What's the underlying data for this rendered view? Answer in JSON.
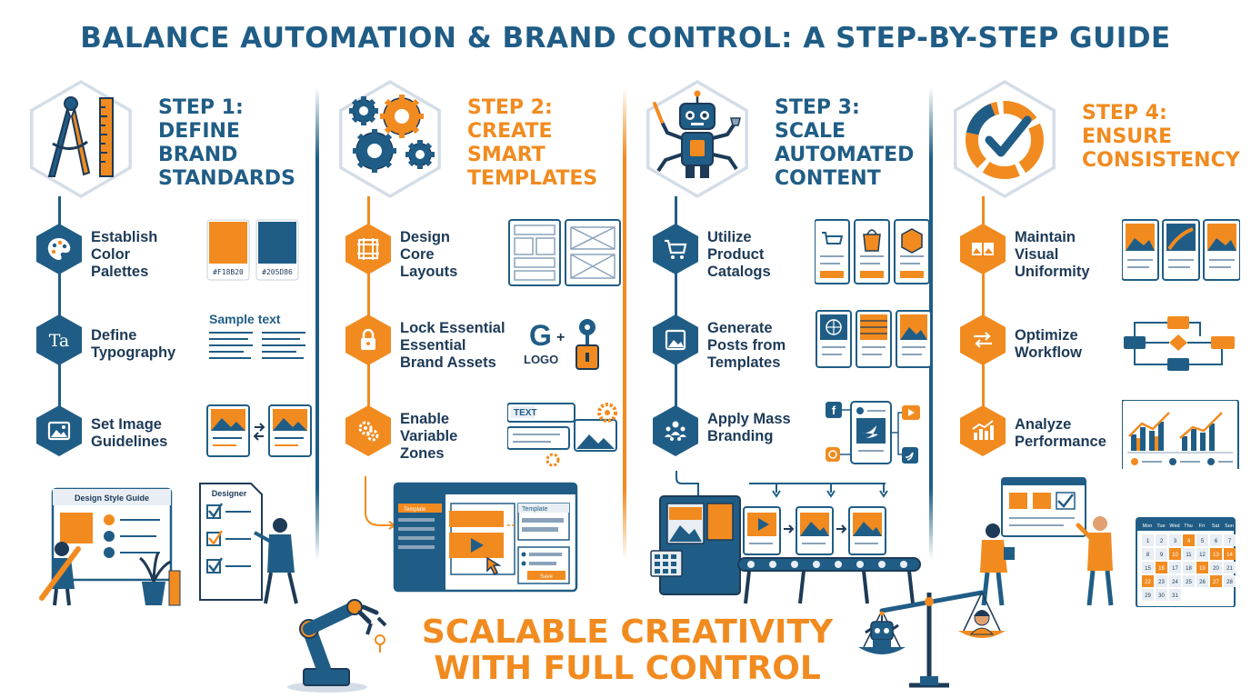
{
  "title": "BALANCE AUTOMATION & BRAND CONTROL: A STEP-BY-STEP GUIDE",
  "colors": {
    "brand_blue": "#205d86",
    "brand_orange": "#f18b20",
    "light_gray": "#d4dde7"
  },
  "steps": [
    {
      "title_lines": [
        "STEP 1:",
        "DEFINE",
        "BRAND",
        "STANDARDS"
      ],
      "hero_icon": "compass-ruler-icon",
      "items": [
        {
          "lines": [
            "Establish",
            "Color",
            "Palettes"
          ],
          "icon": "palette-icon",
          "swatches": [
            "#F18B20",
            "#205D86"
          ]
        },
        {
          "lines": [
            "Define",
            "Typography"
          ],
          "icon": "typography-icon",
          "sample_text": "Sample text"
        },
        {
          "lines": [
            "Set Image",
            "Guidelines"
          ],
          "icon": "image-icon"
        }
      ],
      "scene": {
        "guide_label": "Design Style Guide",
        "designer_label": "Designer"
      }
    },
    {
      "title_lines": [
        "STEP 2:",
        "CREATE",
        "SMART",
        "TEMPLATES"
      ],
      "hero_icon": "gears-icon",
      "items": [
        {
          "lines": [
            "Design",
            "Core",
            "Layouts"
          ],
          "icon": "layout-frame-icon"
        },
        {
          "lines": [
            "Lock Essential",
            "Essential",
            "Brand Assets"
          ],
          "icon": "lock-icon",
          "logo_letter": "G",
          "logo_text": "LOGO"
        },
        {
          "lines": [
            "Enable",
            "Variable",
            "Zones"
          ],
          "icon": "gear-cog-icon",
          "text_tag": "TEXT"
        }
      ],
      "scene": {
        "template_tab": "Template",
        "panel_title": "Template",
        "submit_label": "Save"
      }
    },
    {
      "title_lines": [
        "STEP 3:",
        "SCALE",
        "AUTOMATED",
        "CONTENT"
      ],
      "hero_icon": "robot-icon",
      "items": [
        {
          "lines": [
            "Utilize",
            "Product",
            "Catalogs"
          ],
          "icon": "cart-icon"
        },
        {
          "lines": [
            "Generate",
            "Posts from",
            "Templates"
          ],
          "icon": "picture-icon"
        },
        {
          "lines": [
            "Apply Mass",
            "Branding"
          ],
          "icon": "people-icon"
        }
      ],
      "scene": {
        "type": "conveyor-belt"
      }
    },
    {
      "title_lines": [
        "STEP 4:",
        "ENSURE",
        "CONSISTENCY"
      ],
      "hero_icon": "checkmark-ring-icon",
      "items": [
        {
          "lines": [
            "Maintain",
            "Visual",
            "Uniformity"
          ],
          "icon": "gallery-icon"
        },
        {
          "lines": [
            "Optimize",
            "Workflow"
          ],
          "icon": "workflow-icon"
        },
        {
          "lines": [
            "Analyze",
            "Performance"
          ],
          "icon": "bar-chart-icon"
        }
      ],
      "scene": {
        "days": [
          "Mon",
          "Tue",
          "Wed",
          "Thu",
          "Fri",
          "Sat",
          "Sun"
        ],
        "dates": [
          [
            "1",
            "2",
            "3",
            "4",
            "5",
            "6",
            "7"
          ],
          [
            "8",
            "9",
            "10",
            "11",
            "12",
            "13",
            "14"
          ],
          [
            "15",
            "16",
            "17",
            "18",
            "19",
            "20",
            "21"
          ],
          [
            "22",
            "23",
            "24",
            "25",
            "26",
            "27",
            "28"
          ],
          [
            "29",
            "30",
            "31",
            "",
            "",
            "",
            ""
          ]
        ]
      }
    }
  ],
  "slogan_lines": [
    "SCALABLE CREATIVITY",
    "WITH FULL CONTROL"
  ]
}
